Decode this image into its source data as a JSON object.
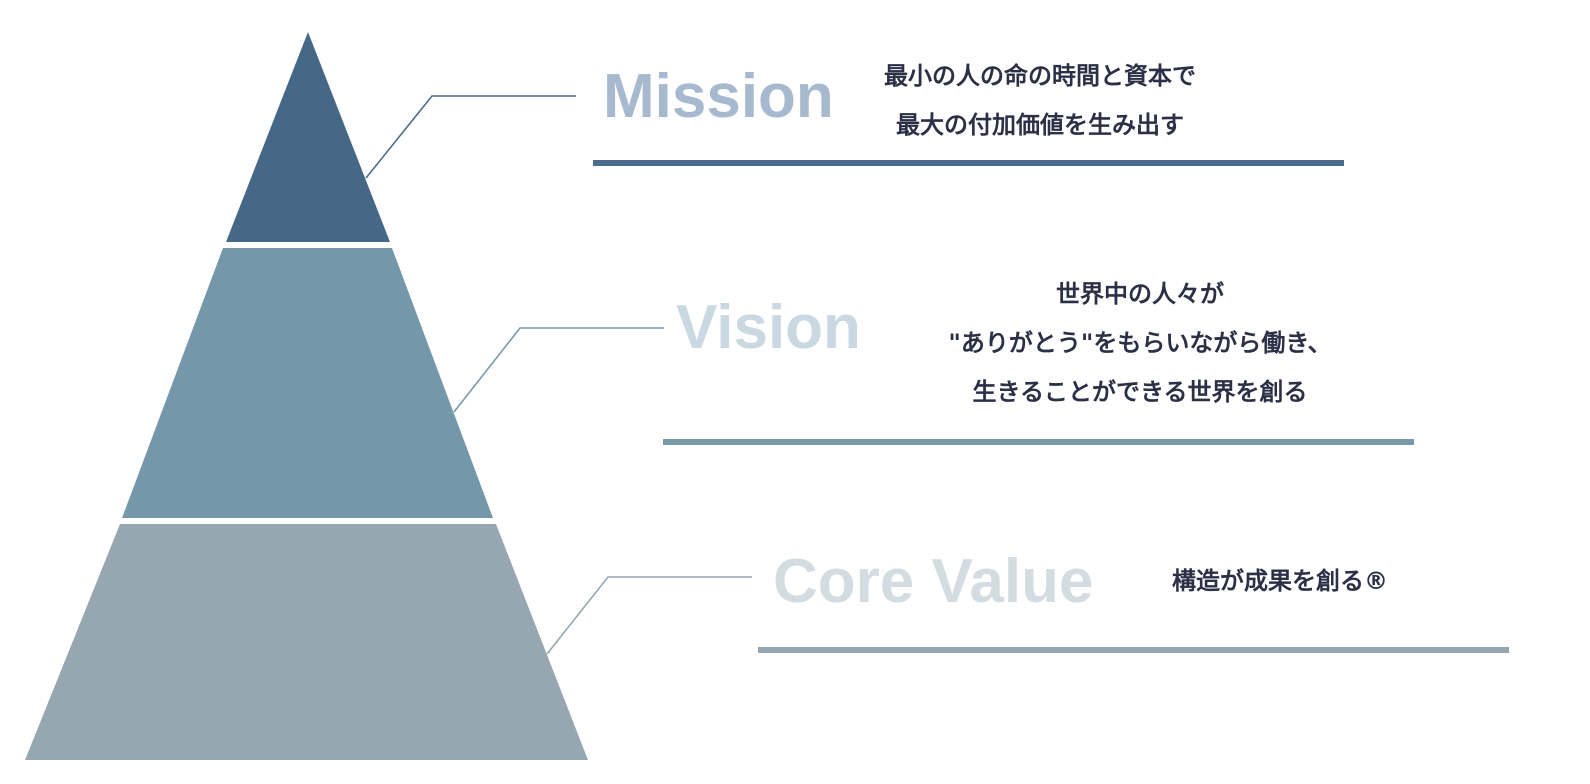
{
  "diagram": {
    "tiers": [
      {
        "id": "mission",
        "title": "Mission",
        "lines": [
          "最小の人の命の時間と資本で",
          "最大の付加価値を生み出す"
        ],
        "fill_color": "#466887",
        "title_color": "#a7b9ce",
        "rule_color": "#4b6c8a"
      },
      {
        "id": "vision",
        "title": "Vision",
        "lines": [
          "世界中の人々が",
          "\"ありがとう\"をもらいながら働き、",
          "生きることができる世界を創る"
        ],
        "fill_color": "#7498aa",
        "title_color": "#c9d8e1",
        "rule_color": "#7799aa"
      },
      {
        "id": "core_value",
        "title": "Core Value",
        "lines": [
          "構造が成果を創る®"
        ],
        "fill_color": "#97a7b1",
        "title_color": "#d3dce1",
        "rule_color": "#96a6b0"
      }
    ],
    "text_color": "#2c3046"
  }
}
